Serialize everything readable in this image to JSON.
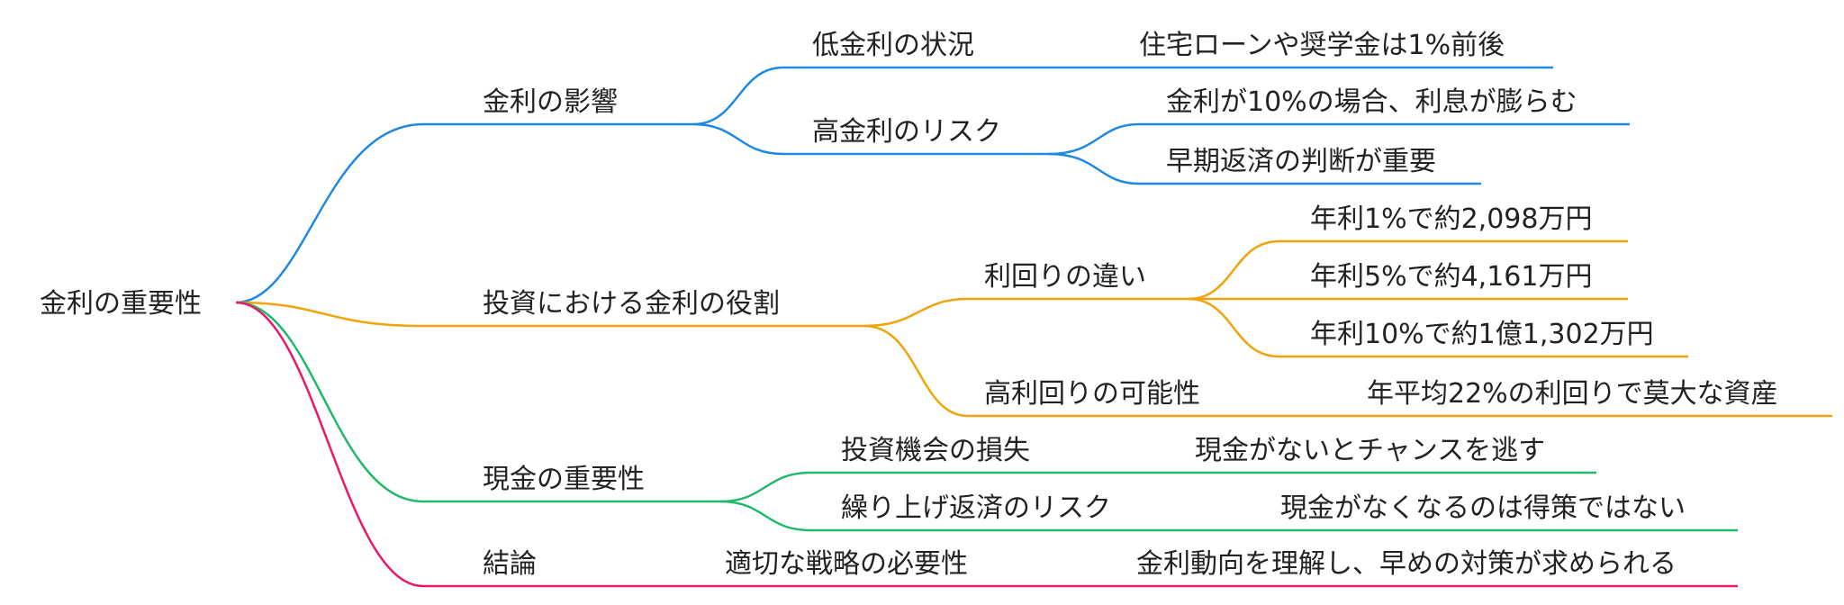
{
  "mindmap": {
    "root": {
      "label": "金利の重要性"
    },
    "branches": [
      {
        "label": "金利の影響",
        "color": "#1e88e5",
        "children": [
          {
            "label": "低金利の状況",
            "children": [
              {
                "label": "住宅ローンや奨学金は1%前後"
              }
            ]
          },
          {
            "label": "高金利のリスク",
            "children": [
              {
                "label": "金利が10%の場合、利息が膨らむ"
              },
              {
                "label": "早期返済の判断が重要"
              }
            ]
          }
        ]
      },
      {
        "label": "投資における金利の役割",
        "color": "#f0a30a",
        "children": [
          {
            "label": "利回りの違い",
            "children": [
              {
                "label": "年利1%で約2,098万円"
              },
              {
                "label": "年利5%で約4,161万円"
              },
              {
                "label": "年利10%で約1億1,302万円"
              }
            ]
          },
          {
            "label": "高利回りの可能性",
            "children": [
              {
                "label": "年平均22%の利回りで莫大な資産"
              }
            ]
          }
        ]
      },
      {
        "label": "現金の重要性",
        "color": "#20b86a",
        "children": [
          {
            "label": "投資機会の損失",
            "children": [
              {
                "label": "現金がないとチャンスを逃す"
              }
            ]
          },
          {
            "label": "繰り上げ返済のリスク",
            "children": [
              {
                "label": "現金がなくなるのは得策ではない"
              }
            ]
          }
        ]
      },
      {
        "label": "結論",
        "color": "#e8196b",
        "children": [
          {
            "label": "適切な戦略の必要性",
            "children": [
              {
                "label": "金利動向を理解し、早めの対策が求められる"
              }
            ]
          }
        ]
      }
    ]
  }
}
